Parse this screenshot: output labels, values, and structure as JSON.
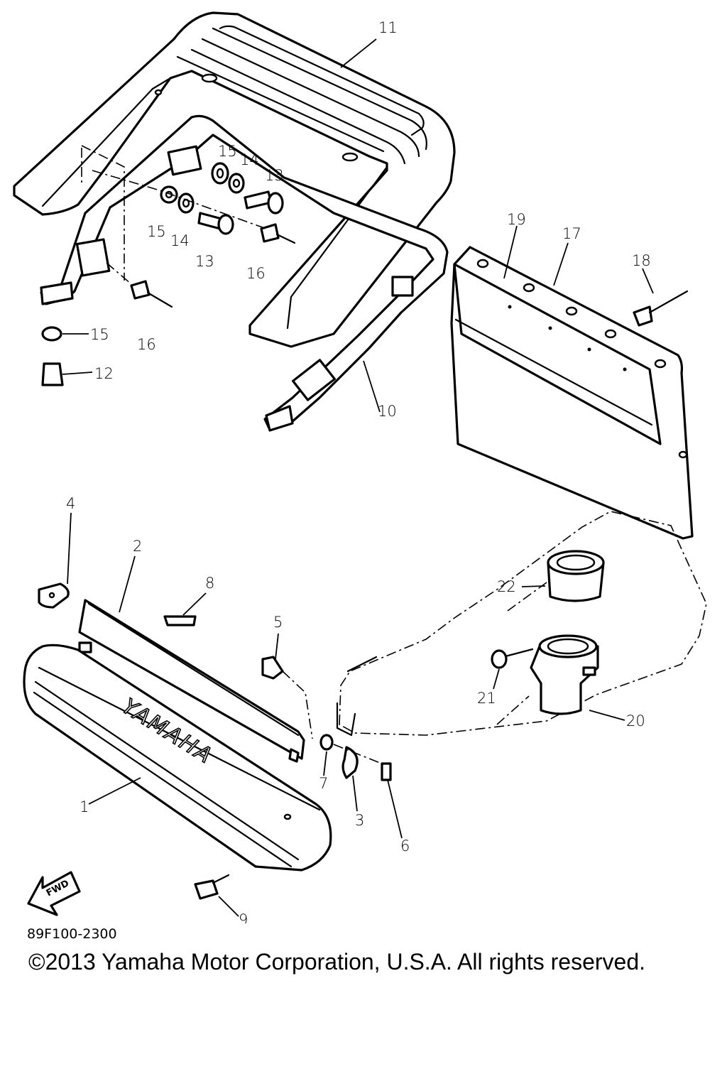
{
  "diagram": {
    "callouts": [
      "1",
      "2",
      "3",
      "4",
      "5",
      "6",
      "7",
      "8",
      "9",
      "10",
      "11",
      "12",
      "13",
      "13",
      "14",
      "14",
      "15",
      "15",
      "15",
      "16",
      "16",
      "17",
      "18",
      "19",
      "20",
      "21",
      "22"
    ],
    "brand_text": "YAMAHA",
    "fwd_label": "FWD",
    "diagram_code": "89F100-2300",
    "copyright": "©2013 Yamaha Motor Corporation, U.S.A. All rights reserved."
  }
}
